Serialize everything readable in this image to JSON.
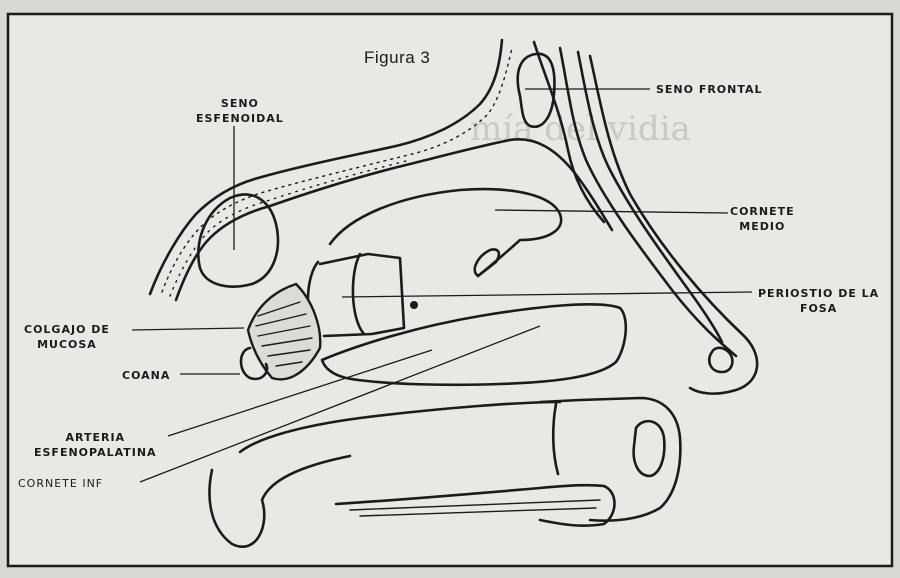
{
  "figure": {
    "title": "Figura 3"
  },
  "labels": {
    "seno_esfenoidal": [
      "SENO",
      "ESFENOIDAL"
    ],
    "seno_frontal": "SENO FRONTAL",
    "cornete_medio": [
      "CORNETE",
      "MEDIO"
    ],
    "periostio": [
      "PERIOSTIO DE LA",
      "FOSA"
    ],
    "colgajo": [
      "COLGAJO DE",
      "MUCOSA"
    ],
    "coana": "COANA",
    "arteria": [
      "ARTERIA",
      "ESFENOPALATINA"
    ],
    "cornete_inf": "CORNETE INF"
  },
  "background_text": "...mía del vidia..."
}
